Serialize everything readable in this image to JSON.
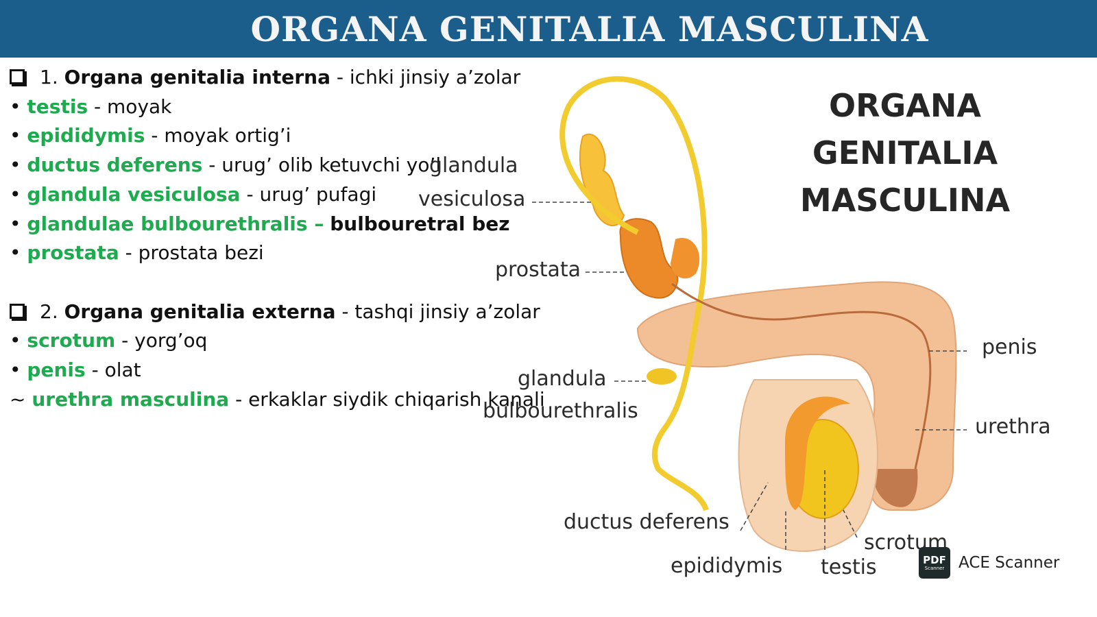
{
  "header": {
    "title": "ORGANA GENITALIA MASCULINA"
  },
  "internal": {
    "number": "1.",
    "heading": "Organa genitalia interna",
    "heading_translation": "- ichki jinsiy a’zolar",
    "items": [
      {
        "bullet": "•",
        "term": "testis",
        "translation": "- moyak"
      },
      {
        "bullet": "•",
        "term": "epididymis",
        "translation": "- moyak ortig’i"
      },
      {
        "bullet": "•",
        "term": "ductus deferens",
        "translation": "- urug’ olib ketuvchi yo’l"
      },
      {
        "bullet": "•",
        "term": "glandula vesiculosa",
        "translation": "- urug’ pufagi"
      },
      {
        "bullet": "•",
        "term": "glandulae bulbourethralis –",
        "translation": "bulbouretral bez"
      },
      {
        "bullet": "•",
        "term": "prostata",
        "translation": "- prostata bezi"
      }
    ]
  },
  "external": {
    "number": "2.",
    "heading": "Organa genitalia externa",
    "heading_translation": "- tashqi jinsiy a’zolar",
    "items": [
      {
        "bullet": "•",
        "term": "scrotum",
        "translation": "- yorg’oq"
      },
      {
        "bullet": "•",
        "term": "penis",
        "translation": "- olat"
      },
      {
        "bullet": "~",
        "term": "urethra masculina",
        "translation": "- erkaklar siydik chiqarish kanali"
      }
    ]
  },
  "diagram": {
    "title_lines": [
      "ORGANA",
      "GENITALIA",
      "MASCULINA"
    ],
    "labels": {
      "glandula_vesiculosa_1": "glandula",
      "glandula_vesiculosa_2": "vesiculosa",
      "prostata": "prostata",
      "glandula_bulbourethralis_1": "glandula",
      "glandula_bulbourethralis_2": "bulbourethralis",
      "ductus_deferens": "ductus deferens",
      "epididymis": "epididymis",
      "testis": "testis",
      "scrotum": "scrotum",
      "penis": "penis",
      "urethra": "urethra"
    }
  },
  "watermark": {
    "logo_top": "PDF",
    "logo_bottom": "Scanner",
    "text": "ACE Scanner"
  },
  "colors": {
    "banner": "#1b5e8c",
    "term_green": "#1eaa4f",
    "duct_yellow": "#f2cc2e",
    "tissue": "#f0b98a",
    "prostate": "#ec8a2a"
  }
}
